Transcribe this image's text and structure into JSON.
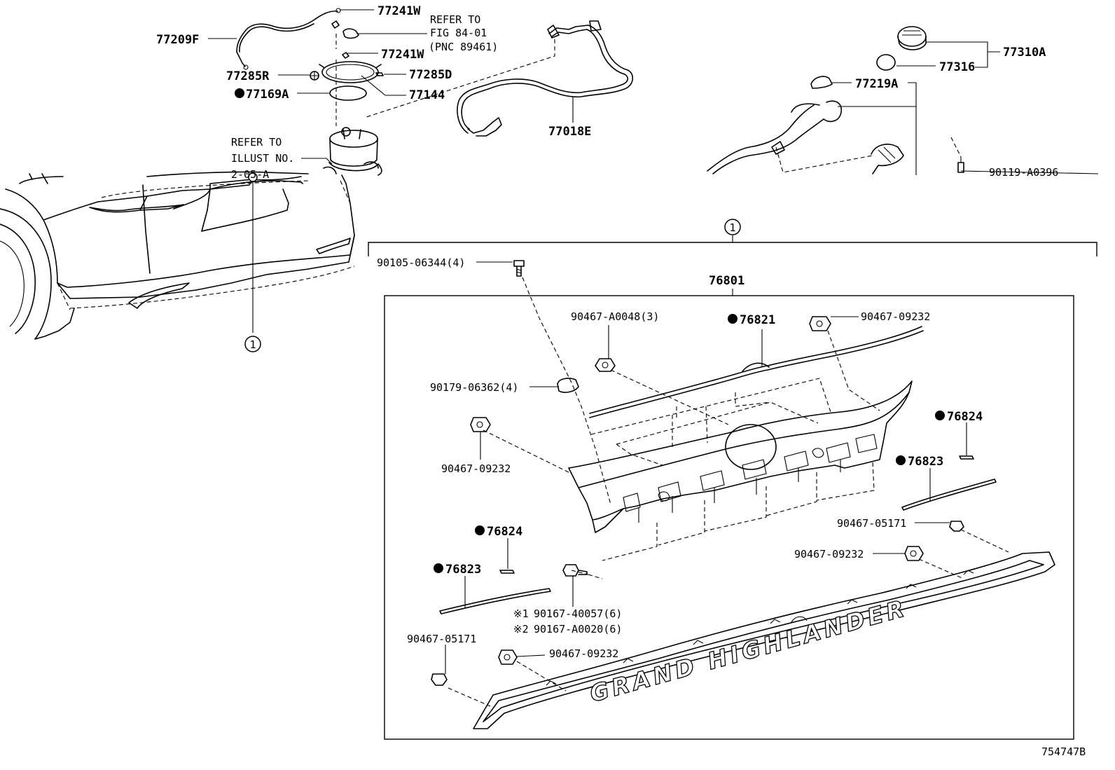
{
  "labels": {
    "p77241w_top": "77241W",
    "refer_fig": [
      "REFER TO",
      "FIG 84-01",
      "(PNC 89461)"
    ],
    "p77209f": "77209F",
    "p77241w_mid": "77241W",
    "p77285r": "77285R",
    "p77285d": "77285D",
    "p77169a": "77169A",
    "p77144": "77144",
    "refer_illust": [
      "REFER TO",
      "ILLUST NO.",
      "2-05-A"
    ],
    "p77018e": "77018E",
    "p77310a": "77310A",
    "p77316": "77316",
    "p77219a": "77219A",
    "p90119": "90119-A0396",
    "group_num_top": "1",
    "group_num_left": "1",
    "p90105": "90105-06344(4)",
    "p76801": "76801",
    "p90467_a0048": "90467-A0048(3)",
    "p76821": "76821",
    "p90467_09232_top": "90467-09232",
    "p90179": "90179-06362(4)",
    "p76824_right": "76824",
    "p90467_09232_left": "90467-09232",
    "p76823_right": "76823",
    "p90467_05171_right": "90467-05171",
    "p76824_left": "76824",
    "p90467_09232_right": "90467-09232",
    "p76823_left": "76823",
    "note1_mark": "※1",
    "note1": "90167-40057(6)",
    "note2_mark": "※2",
    "note2": "90167-A0020(6)",
    "p90467_05171_left": "90467-05171",
    "p90467_09232_bottom": "90467-09232",
    "emblem": "GRAND HIGHLANDER",
    "diagram_id": "754747B"
  },
  "icons": {
    "marker": "filled-circle-dot",
    "group": "circled-number-icon"
  }
}
